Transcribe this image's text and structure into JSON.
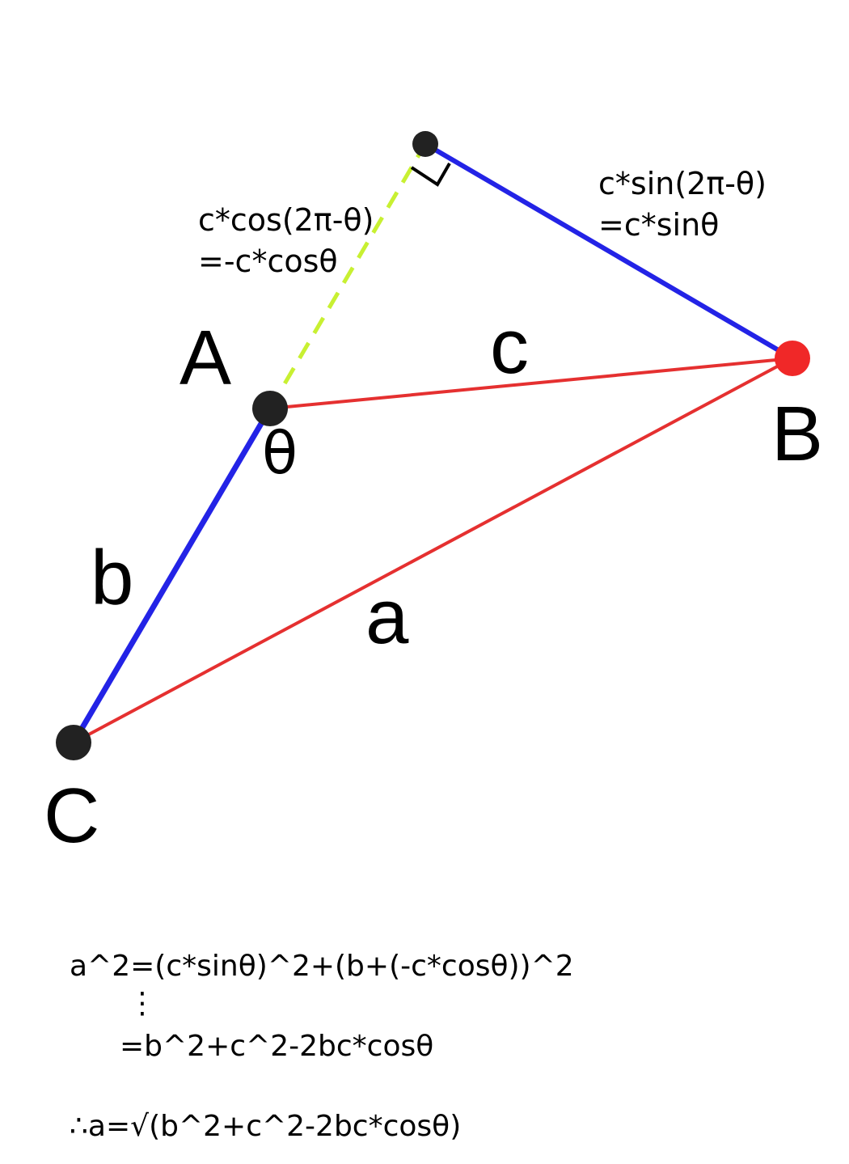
{
  "diagram": {
    "vertices": {
      "A": "A",
      "B": "B",
      "C": "C"
    },
    "sides": {
      "a": "a",
      "b": "b",
      "c": "c"
    },
    "angle": "θ",
    "projection_cos": {
      "line1": "c*cos(2π-θ)",
      "line2": "=-c*cosθ"
    },
    "projection_sin": {
      "line1": "c*sin(2π-θ)",
      "line2": "=c*sinθ"
    },
    "colors": {
      "side_b_and_height": "#2323e6",
      "side_a_and_c": "#e53030",
      "dashed_extension": "#c8f032",
      "vertex_dot": "#222222",
      "vertex_B_dot": "#f02828"
    }
  },
  "derivation": {
    "step1": "a^2=(c*sinθ)^2+(b+(-c*cosθ))^2",
    "ellipsis": "⋮",
    "step2": "=b^2+c^2-2bc*cosθ",
    "conclusion": "∴a=√(b^2+c^2-2bc*cosθ)"
  }
}
